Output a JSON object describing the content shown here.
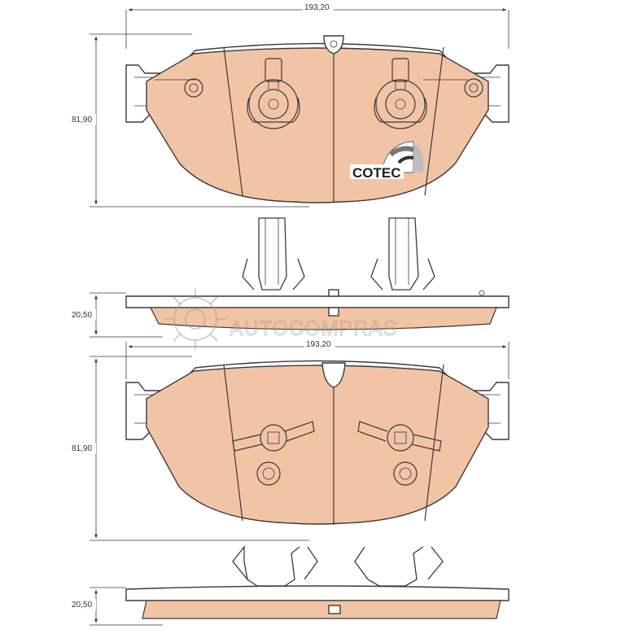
{
  "dimensions": {
    "top_width": "193,20",
    "top_height": "81,90",
    "top_thickness": "20,50",
    "bottom_width": "193,20",
    "bottom_height": "81,90",
    "bottom_thickness": "20,50"
  },
  "logo": {
    "text": "COTEC"
  },
  "watermark": {
    "text": "AUTOCOMPRAS"
  },
  "colors": {
    "pad_fill": "#f2c4a6",
    "outline": "#3a3a3a",
    "watermark": "#9a9a9a"
  }
}
